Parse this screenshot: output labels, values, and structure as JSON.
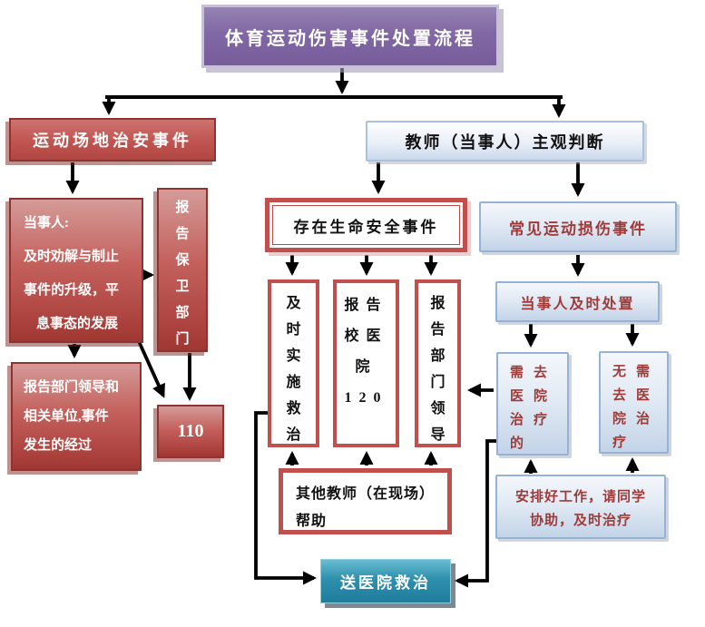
{
  "palette": {
    "accent_red": "#c0504d",
    "dark_red_border": "#8f3330",
    "accent_blue_border": "#95b3d7",
    "blue_fill": "#c3d4e8",
    "dark_red_text": "#9e3a38",
    "purple": "#7d64a0",
    "teal": "#2f8fae",
    "connector_black": "#000000",
    "white_text": "#ffffff"
  },
  "title": {
    "text": "体育运动伤害事件处置流程"
  },
  "left_branch": {
    "header": "运动场地治安事件",
    "party_box": {
      "lines": [
        "当事人:",
        "及时劝解与制止",
        "事件的升级，平",
        "息事态的发展"
      ]
    },
    "guard_box": {
      "lines": [
        "报",
        "告",
        "保",
        "卫",
        "部",
        "门"
      ]
    },
    "report_leaders_box": {
      "lines": [
        "报告部门领导和",
        "相关单位,事件",
        "发生的经过"
      ]
    },
    "police_box": {
      "text": "110"
    }
  },
  "middle_branch": {
    "life_safety_box": {
      "text": "存在生命安全事件"
    },
    "rescue_box": {
      "lines": [
        "及",
        "时",
        "实",
        "施",
        "救",
        "治"
      ]
    },
    "school_hospital_box": {
      "lines": [
        "报告",
        "校医",
        "院",
        "120"
      ]
    },
    "dept_leader_box": {
      "lines": [
        "报",
        "告",
        "部",
        "门",
        "领",
        "导"
      ]
    },
    "other_teachers_box": {
      "lines": [
        "其他教师（在现场）",
        "帮助"
      ]
    },
    "send_hospital_box": {
      "text": "送医院救治"
    }
  },
  "right_branch": {
    "header": "教师（当事人）主观判断",
    "common_injury_box": {
      "text": "常见运动损伤事件"
    },
    "timely_handle_box": {
      "text": "当事人及时处置"
    },
    "need_hospital_box": {
      "lines": [
        "需去",
        "医院",
        "治疗",
        "的"
      ]
    },
    "no_need_hospital_box": {
      "lines": [
        "无需",
        "去医",
        "院治",
        "疗"
      ]
    },
    "arrange_box": {
      "lines": [
        "安排好工作，请同学",
        "协助，及时治疗"
      ]
    }
  }
}
